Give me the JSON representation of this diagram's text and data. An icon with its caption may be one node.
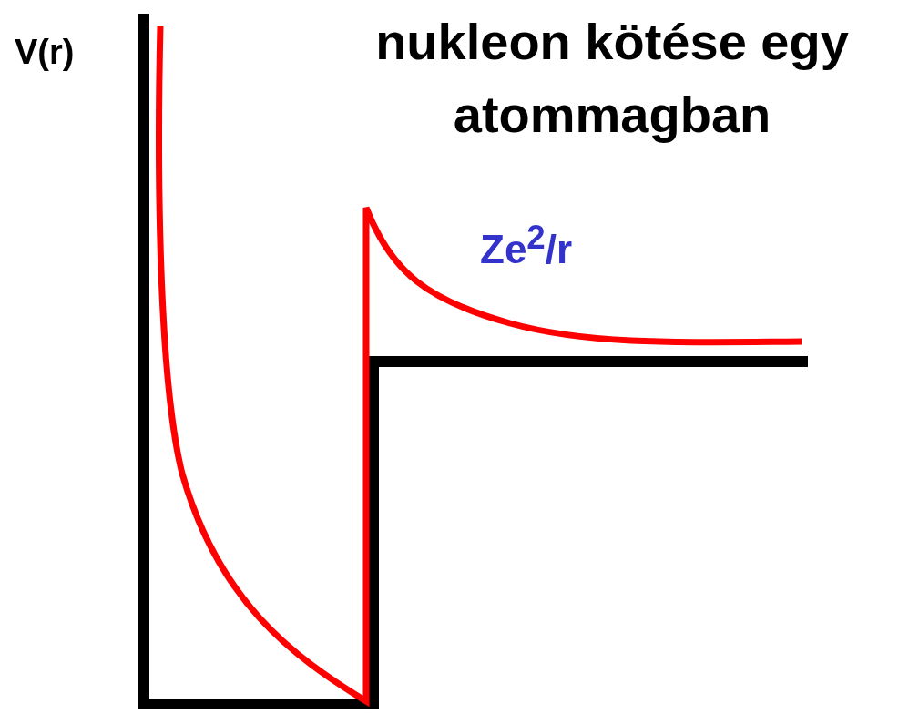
{
  "diagram": {
    "title": "nukleon kötése egy atommagban",
    "labels": [
      "V(r)",
      "Ze$^{2}$/r"
    ]
  }
}
